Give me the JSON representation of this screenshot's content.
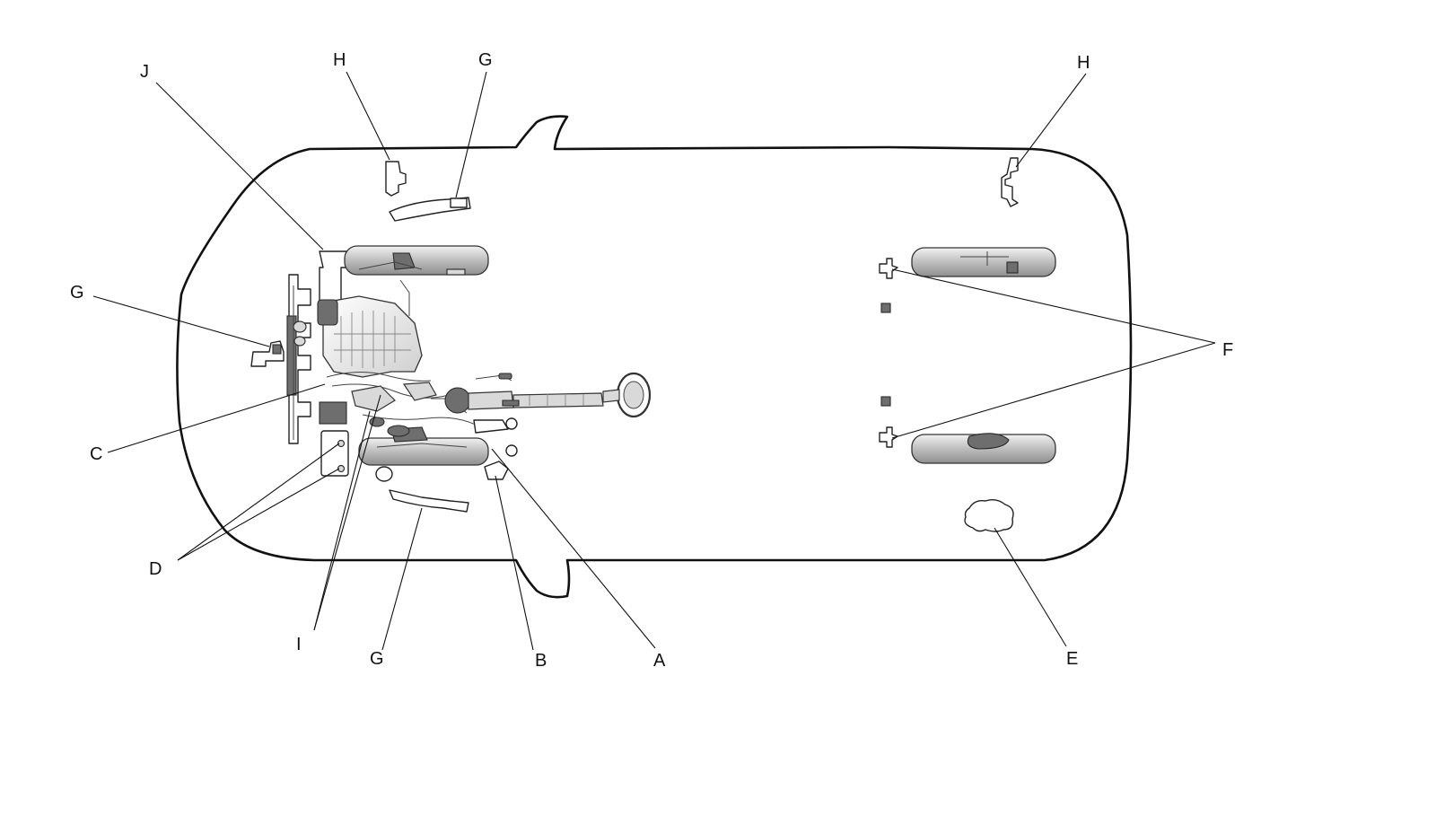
{
  "callouts": {
    "A": "A",
    "B": "B",
    "C": "C",
    "D": "D",
    "E": "E",
    "F": "F",
    "G": "G",
    "H": "H",
    "I": "I",
    "J": "J"
  },
  "colors": {
    "line": "#111111",
    "tire": "#c8c8c8",
    "component_dark": "#6e6e6e"
  }
}
